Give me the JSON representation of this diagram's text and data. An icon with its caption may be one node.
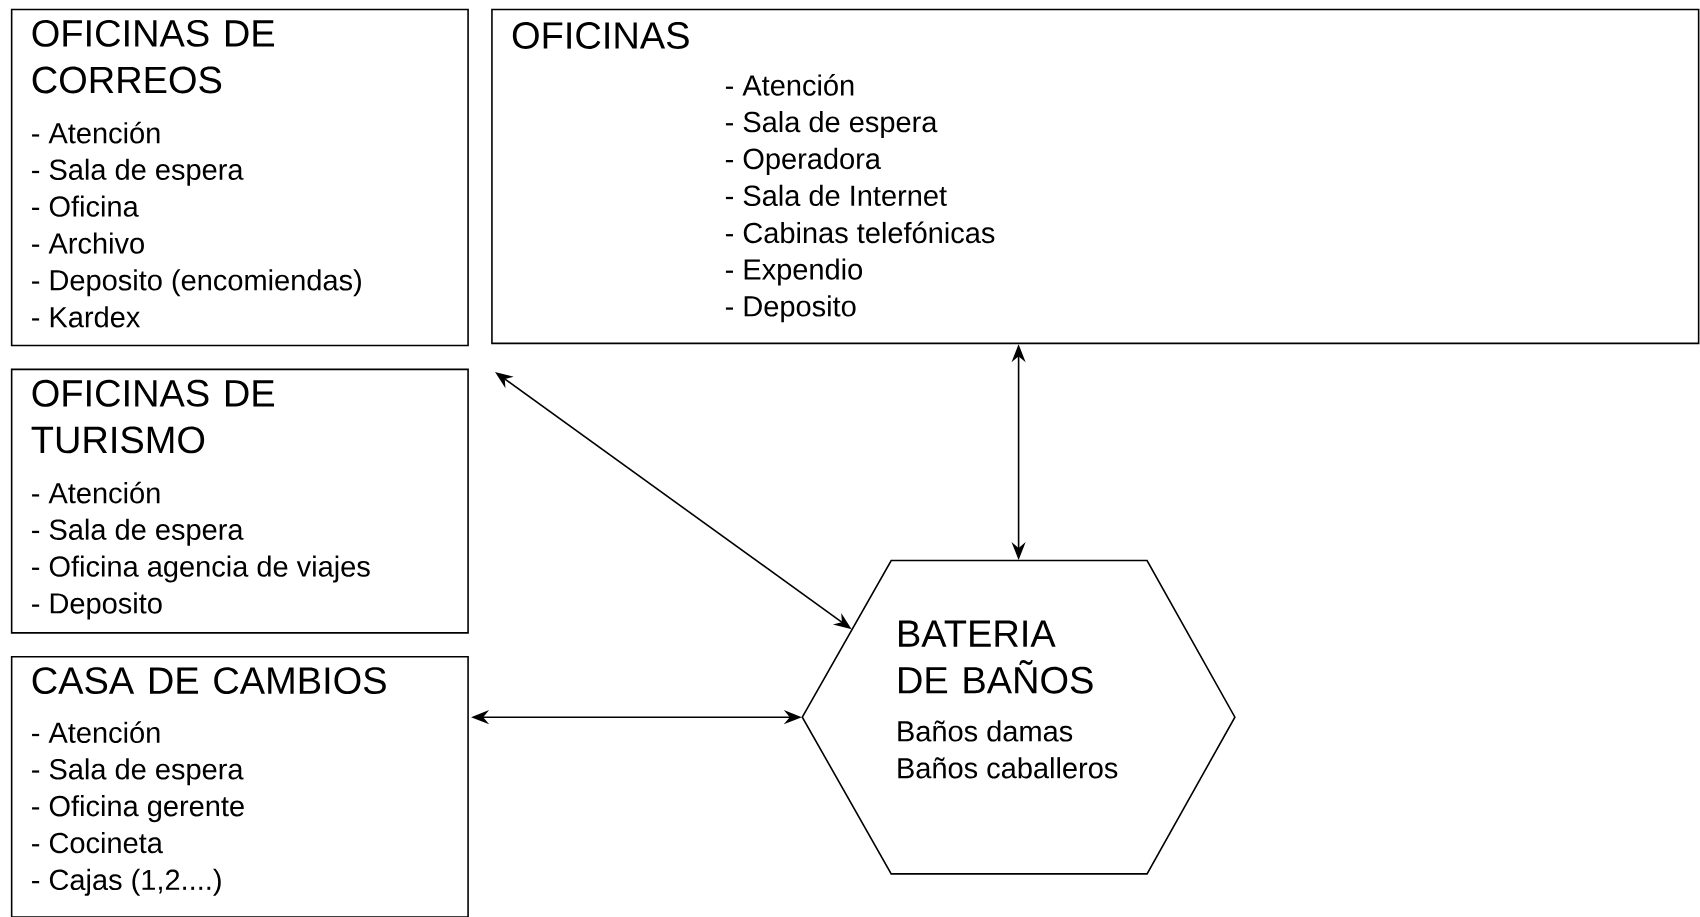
{
  "diagram": {
    "nodes": [
      {
        "text": [
          "OFICINAS DE CORREOS",
          "- Atención",
          "- Sala de espera",
          "- Oficina",
          "- Archivo",
          "- Deposito (encomiendas)",
          "- Kardex"
        ]
      },
      {
        "text": [
          "OFICINAS",
          "- Atención",
          "- Sala de espera",
          "- Operadora",
          "- Sala de Internet",
          "- Cabinas telefónicas",
          "- Expendio",
          "- Deposito"
        ]
      },
      {
        "text": [
          "OFICINAS DE TURISMO",
          "- Atención",
          "- Sala de espera",
          "- Oficina agencia de viajes",
          "- Deposito"
        ]
      },
      {
        "text": [
          "CASA DE CAMBIOS",
          "- Atención",
          "- Sala de espera",
          "- Oficina gerente",
          "- Cocineta",
          "- Cajas (1,2....)"
        ]
      },
      {
        "text": [
          "BATERIA DE BAÑOS",
          "Baños damas",
          "Baños caballeros"
        ]
      }
    ],
    "edges": [
      {
        "from": 2,
        "to": 4,
        "arrow": "both"
      },
      {
        "from": 1,
        "to": 4,
        "arrow": "both"
      },
      {
        "from": 3,
        "to": 4,
        "arrow": "both"
      }
    ]
  }
}
